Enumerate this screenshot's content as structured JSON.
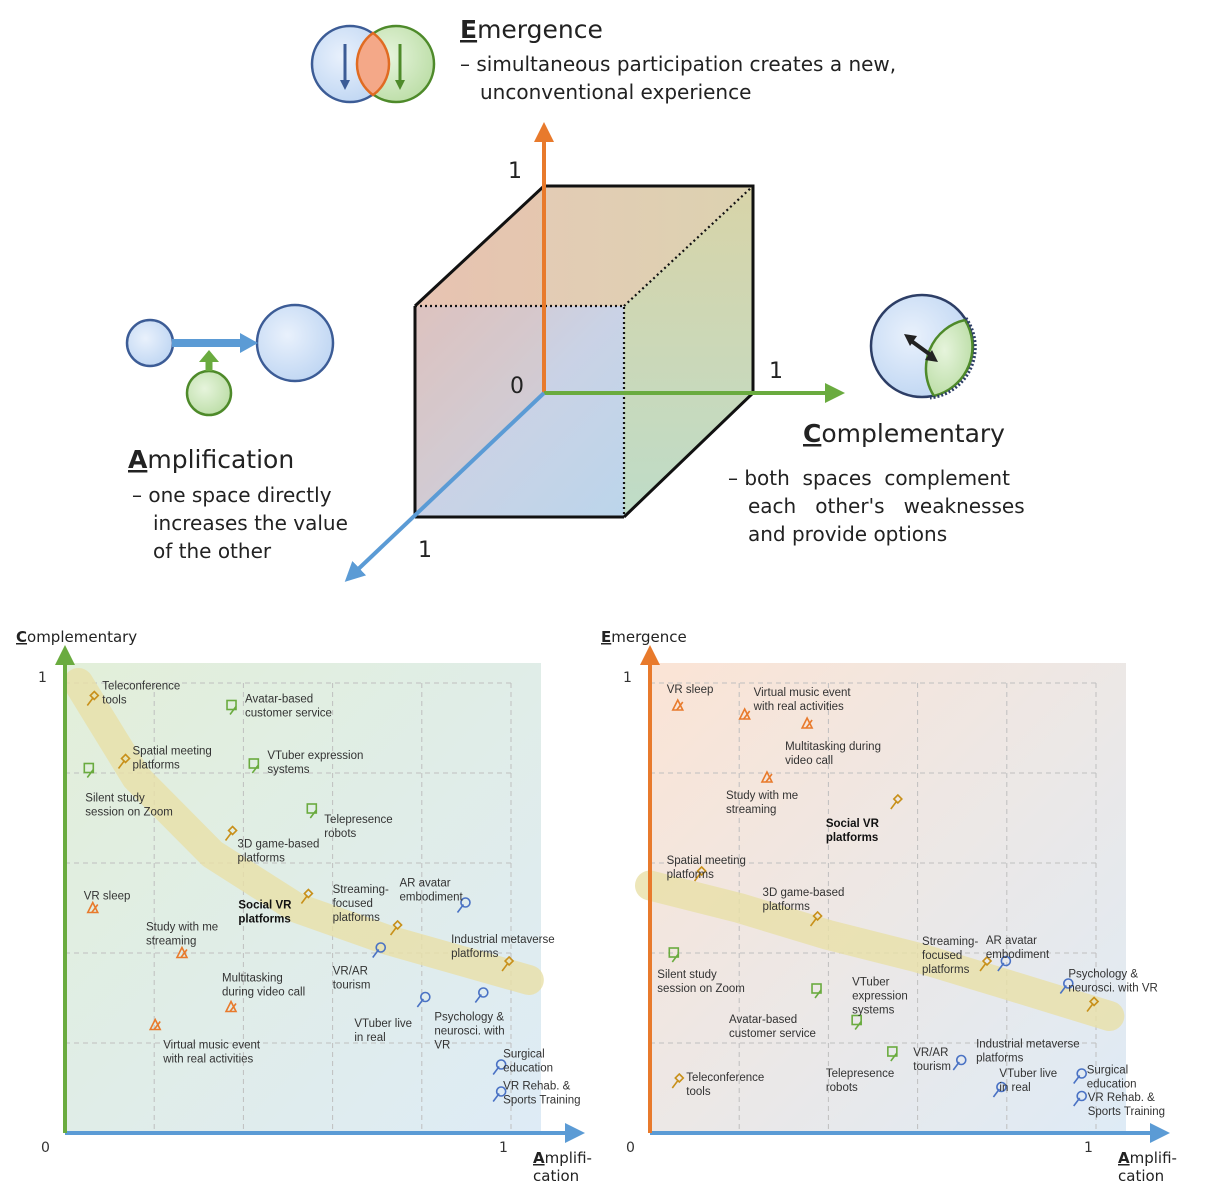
{
  "concepts": {
    "emergence": {
      "initial": "E",
      "rest": "mergence",
      "desc": [
        "– simultaneous participation creates a new,",
        "unconventional experience"
      ],
      "color": "#e87a2c"
    },
    "amplification": {
      "initial": "A",
      "rest": "mplification",
      "desc": [
        "– one space directly",
        "increases the value",
        "of the other"
      ],
      "color": "#5b9bd5"
    },
    "complementary": {
      "initial": "C",
      "rest": "omplementary",
      "desc": [
        "– both  spaces  complement",
        "each   other's   weaknesses",
        "and provide options"
      ],
      "color": "#6aab3f"
    }
  },
  "cube_labels": {
    "origin": "0",
    "e_one": "1",
    "c_one": "1",
    "a_one": "1"
  },
  "charts": [
    {
      "y_axis": {
        "initial": "C",
        "rest": "omplementary",
        "color": "#6aab3f"
      },
      "x_axis": {
        "initial": "A",
        "line1": "mplifi-",
        "line2": "cation",
        "color": "#5b9bd5"
      },
      "ticks": {
        "origin": "0",
        "y_one": "1",
        "x_one": "1"
      },
      "xlim": [
        0,
        1
      ],
      "ylim": [
        0,
        1
      ]
    },
    {
      "y_axis": {
        "initial": "E",
        "rest": "mergence",
        "color": "#e87a2c"
      },
      "x_axis": {
        "initial": "A",
        "line1": "mplifi-",
        "line2": "cation",
        "color": "#5b9bd5"
      },
      "ticks": {
        "origin": "0",
        "y_one": "1",
        "x_one": "1"
      },
      "xlim": [
        0,
        1
      ],
      "ylim": [
        0,
        1
      ]
    }
  ],
  "chart_data": [
    {
      "type": "scatter",
      "x_label": "Amplification",
      "y_label": "Complementary",
      "xlim": [
        0,
        1
      ],
      "ylim": [
        0,
        1
      ],
      "points": [
        {
          "label": [
            "Teleconference",
            "tools"
          ],
          "x": 0.05,
          "y": 0.95,
          "cat": "c",
          "marker": "diamond",
          "color": "#c8901a"
        },
        {
          "label": [
            "Avatar-based",
            "customer service"
          ],
          "x": 0.37,
          "y": 0.93,
          "cat": "c",
          "marker": "square",
          "color": "#6aab3f"
        },
        {
          "label": [
            "Spatial meeting",
            "platforms"
          ],
          "x": 0.12,
          "y": 0.81,
          "cat": "c",
          "marker": "diamond",
          "color": "#c8901a"
        },
        {
          "label": [
            "VTuber expression",
            "systems"
          ],
          "x": 0.42,
          "y": 0.8,
          "cat": "c",
          "marker": "square",
          "color": "#6aab3f"
        },
        {
          "label": [
            "Silent study",
            "session on Zoom"
          ],
          "x": 0.05,
          "y": 0.79,
          "cat": "c",
          "marker": "square",
          "color": "#6aab3f"
        },
        {
          "label": [
            "Telepresence",
            "robots"
          ],
          "x": 0.55,
          "y": 0.7,
          "cat": "c",
          "marker": "square",
          "color": "#6aab3f"
        },
        {
          "label": [
            "3D game-based",
            "platforms"
          ],
          "x": 0.36,
          "y": 0.65,
          "cat": "c",
          "marker": "diamond",
          "color": "#c8901a"
        },
        {
          "label": [
            "VR sleep"
          ],
          "x": 0.06,
          "y": 0.49,
          "cat": "e",
          "marker": "triangle",
          "color": "#e87a2c"
        },
        {
          "label": [
            "Social VR",
            "platforms"
          ],
          "x": 0.53,
          "y": 0.51,
          "cat": "c",
          "marker": "diamond",
          "color": "#c8901a",
          "bold": true
        },
        {
          "label": [
            "Streaming-",
            "focused",
            "platforms"
          ],
          "x": 0.73,
          "y": 0.44,
          "cat": "c",
          "marker": "diamond",
          "color": "#c8901a"
        },
        {
          "label": [
            "AR avatar",
            "embodiment"
          ],
          "x": 0.88,
          "y": 0.49,
          "cat": "a",
          "marker": "circle",
          "color": "#4a72c4"
        },
        {
          "label": [
            "Study with me",
            "streaming"
          ],
          "x": 0.26,
          "y": 0.39,
          "cat": "e",
          "marker": "triangle",
          "color": "#e87a2c"
        },
        {
          "label": [
            "Industrial metaverse",
            "platforms"
          ],
          "x": 0.98,
          "y": 0.36,
          "cat": "c",
          "marker": "diamond",
          "color": "#c8901a"
        },
        {
          "label": [
            "VR/AR",
            "tourism"
          ],
          "x": 0.69,
          "y": 0.39,
          "cat": "a",
          "marker": "circle",
          "color": "#4a72c4"
        },
        {
          "label": [
            "Multitasking",
            "during video call"
          ],
          "x": 0.37,
          "y": 0.27,
          "cat": "e",
          "marker": "triangle",
          "color": "#e87a2c"
        },
        {
          "label": [
            "VTuber live",
            "in real"
          ],
          "x": 0.79,
          "y": 0.28,
          "cat": "a",
          "marker": "circle",
          "color": "#4a72c4"
        },
        {
          "label": [
            "Psychology &",
            "neurosci. with",
            "VR"
          ],
          "x": 0.92,
          "y": 0.29,
          "cat": "a",
          "marker": "circle",
          "color": "#4a72c4"
        },
        {
          "label": [
            "Virtual music event",
            "with real activities"
          ],
          "x": 0.2,
          "y": 0.23,
          "cat": "e",
          "marker": "triangle",
          "color": "#e87a2c"
        },
        {
          "label": [
            "Surgical",
            "education"
          ],
          "x": 0.96,
          "y": 0.13,
          "cat": "a",
          "marker": "circle",
          "color": "#4a72c4"
        },
        {
          "label": [
            "VR Rehab. &",
            "Sports Training"
          ],
          "x": 0.96,
          "y": 0.07,
          "cat": "a",
          "marker": "circle",
          "color": "#4a72c4"
        }
      ]
    },
    {
      "type": "scatter",
      "x_label": "Amplification",
      "y_label": "Emergence",
      "xlim": [
        0,
        1
      ],
      "ylim": [
        0,
        1
      ],
      "points": [
        {
          "label": [
            "VR sleep"
          ],
          "x": 0.06,
          "y": 0.94,
          "cat": "e",
          "marker": "triangle",
          "color": "#e87a2c"
        },
        {
          "label": [
            "Virtual music event",
            "with real activities"
          ],
          "x": 0.21,
          "y": 0.92,
          "cat": "e",
          "marker": "triangle",
          "color": "#e87a2c"
        },
        {
          "label": [
            "Multitasking during",
            "video call"
          ],
          "x": 0.35,
          "y": 0.9,
          "cat": "e",
          "marker": "triangle",
          "color": "#e87a2c"
        },
        {
          "label": [
            "Study with me",
            "streaming"
          ],
          "x": 0.26,
          "y": 0.78,
          "cat": "e",
          "marker": "triangle",
          "color": "#e87a2c"
        },
        {
          "label": [
            "Social VR",
            "platforms"
          ],
          "x": 0.54,
          "y": 0.72,
          "cat": "c",
          "marker": "diamond",
          "color": "#c8901a",
          "bold": true
        },
        {
          "label": [
            "Spatial meeting",
            "platforms"
          ],
          "x": 0.1,
          "y": 0.56,
          "cat": "c",
          "marker": "diamond",
          "color": "#c8901a"
        },
        {
          "label": [
            "3D game-based",
            "platforms"
          ],
          "x": 0.36,
          "y": 0.46,
          "cat": "c",
          "marker": "diamond",
          "color": "#c8901a"
        },
        {
          "label": [
            "Streaming-",
            "focused",
            "platforms"
          ],
          "x": 0.74,
          "y": 0.36,
          "cat": "c",
          "marker": "diamond",
          "color": "#c8901a"
        },
        {
          "label": [
            "AR avatar",
            "embodiment"
          ],
          "x": 0.78,
          "y": 0.36,
          "cat": "a",
          "marker": "circle",
          "color": "#4a72c4"
        },
        {
          "label": [
            "Psychology &",
            "neurosci. with VR"
          ],
          "x": 0.92,
          "y": 0.31,
          "cat": "a",
          "marker": "circle",
          "color": "#4a72c4"
        },
        {
          "label": [
            "Silent study",
            "session on Zoom"
          ],
          "x": 0.05,
          "y": 0.38,
          "cat": "c",
          "marker": "square",
          "color": "#6aab3f"
        },
        {
          "label": [
            "Industrial metaverse",
            "platforms"
          ],
          "x": 0.98,
          "y": 0.27,
          "cat": "c",
          "marker": "diamond",
          "color": "#c8901a"
        },
        {
          "label": [
            "VTuber",
            "expression",
            "systems"
          ],
          "x": 0.46,
          "y": 0.23,
          "cat": "c",
          "marker": "square",
          "color": "#6aab3f"
        },
        {
          "label": [
            "Avatar-based",
            "customer service"
          ],
          "x": 0.37,
          "y": 0.3,
          "cat": "c",
          "marker": "square",
          "color": "#6aab3f"
        },
        {
          "label": [
            "VR/AR",
            "tourism"
          ],
          "x": 0.68,
          "y": 0.14,
          "cat": "a",
          "marker": "circle",
          "color": "#4a72c4"
        },
        {
          "label": [
            "Telepresence",
            "robots"
          ],
          "x": 0.54,
          "y": 0.16,
          "cat": "c",
          "marker": "square",
          "color": "#6aab3f"
        },
        {
          "label": [
            "Teleconference",
            "tools"
          ],
          "x": 0.05,
          "y": 0.1,
          "cat": "c",
          "marker": "diamond",
          "color": "#c8901a"
        },
        {
          "label": [
            "VTuber live",
            "in real"
          ],
          "x": 0.77,
          "y": 0.08,
          "cat": "a",
          "marker": "circle",
          "color": "#4a72c4"
        },
        {
          "label": [
            "Surgical",
            "education"
          ],
          "x": 0.95,
          "y": 0.11,
          "cat": "a",
          "marker": "circle",
          "color": "#4a72c4"
        },
        {
          "label": [
            "VR Rehab. &",
            "Sports Training"
          ],
          "x": 0.95,
          "y": 0.06,
          "cat": "a",
          "marker": "circle",
          "color": "#4a72c4"
        }
      ]
    }
  ]
}
